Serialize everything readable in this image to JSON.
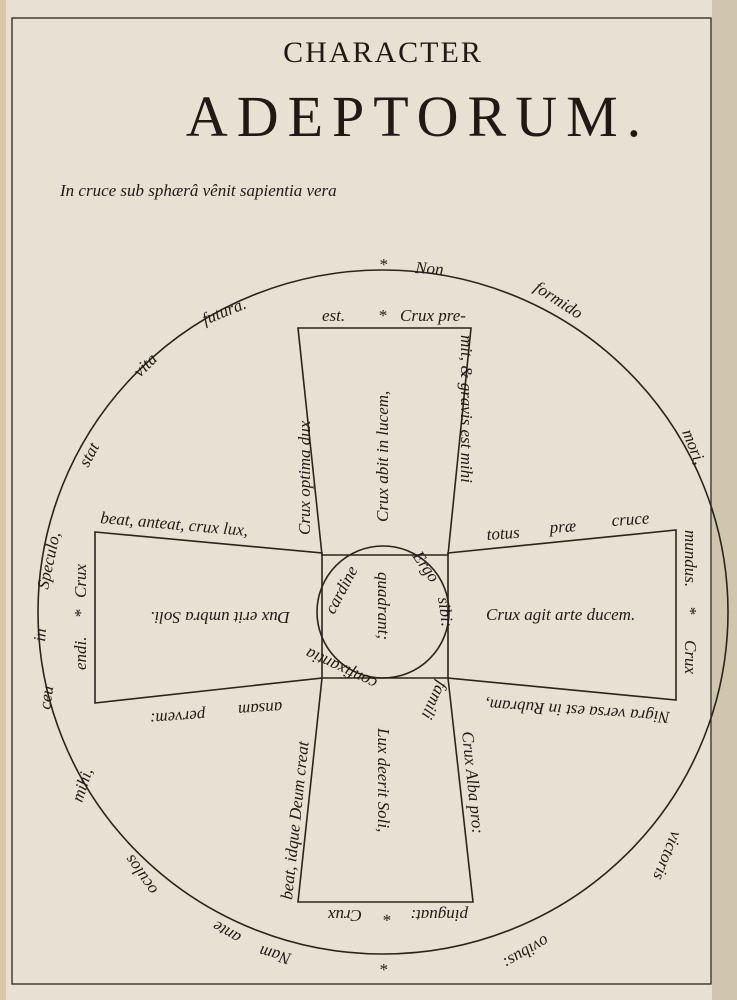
{
  "heading": {
    "line1": "CHARACTER",
    "line2": "ADEPTORUM.",
    "motto": "In cruce sub sphærâ vênit sapientia vera"
  },
  "outer_ring": {
    "star": "*",
    "words": [
      "Non",
      "formido",
      "mori,",
      "victoris",
      "ovibus:",
      "Nam",
      "ante",
      "oculos",
      "mihi,",
      "ceu",
      "in",
      "Speculo,",
      "stat",
      "vita",
      "futura."
    ]
  },
  "top_arm": {
    "top": [
      "est.",
      "*",
      "Crux pre-"
    ],
    "left": "Crux optima dux",
    "center": "Crux abit in lucem,",
    "right": "mit, & gravis est mihi"
  },
  "left_arm": {
    "top": "beat, anteat, crux lux,",
    "side": [
      "Crux",
      "*",
      "endi."
    ],
    "center": "Dux erit umbra Soli.",
    "bottom": [
      "ansam",
      "pervem:"
    ]
  },
  "right_arm": {
    "top": [
      "totus",
      "præ",
      "cruce"
    ],
    "side": [
      "mundus.",
      "*",
      "Crux"
    ],
    "center": "Crux agit arte ducem.",
    "bottom": "Nigra versa est in Rubram,"
  },
  "bottom_arm": {
    "left": "beat, idque Deum creat",
    "center": "Lux deerit Soli,",
    "right": "Crux Alba pro:",
    "bottom": [
      "pinguat:",
      "*",
      "Crux"
    ]
  },
  "inner_circle": {
    "words": [
      "Ergo",
      "sibi:",
      "famili",
      "confixantia",
      "cardine"
    ],
    "center": "quadrant;"
  }
}
